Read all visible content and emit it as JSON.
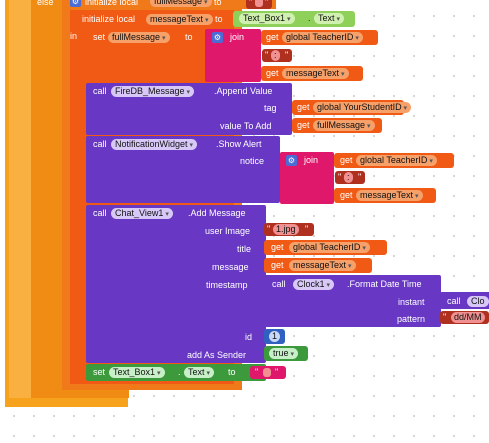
{
  "colors": {
    "outer_orange": "#f7a21c",
    "else_orange": "#f08c14",
    "local_orange": "#f05a14",
    "pink": "#e0186c",
    "purple": "#6838c4",
    "green": "#3c9a3c",
    "blue": "#5a7ad0",
    "text_red": "#b03020",
    "num_blue": "#4a6cd4",
    "bool_green": "#3c9a3c"
  },
  "else_label": "else",
  "init1": {
    "keyword": "initialize local",
    "name": "fullMessage",
    "to": "to"
  },
  "init2": {
    "keyword": "initialize local",
    "name": "messageText",
    "to": "to",
    "component": "Text_Box1",
    "property": "Text"
  },
  "in_label": "in",
  "set_full": {
    "set": "set",
    "variable": "fullMessage",
    "to": "to",
    "join": "join",
    "get1": "get",
    "var1": "global TeacherID",
    "sep": ":",
    "get2": "get",
    "var2": "messageText"
  },
  "append": {
    "call": "call",
    "component": "FireDB_Message",
    "method": ".Append Value",
    "tag_label": "tag",
    "tag_get": "get",
    "tag_var": "global YourStudentID",
    "value_label": "value To Add",
    "value_get": "get",
    "value_var": "fullMessage"
  },
  "alert": {
    "call": "call",
    "component": "NotificationWidget",
    "method": ".Show Alert",
    "notice_label": "notice",
    "join": "join",
    "get1": "get",
    "var1": "global TeacherID",
    "sep": ":",
    "get2": "get",
    "var2": "messageText"
  },
  "chat": {
    "call": "call",
    "component": "Chat_View1",
    "method": ".Add Message",
    "user_image_label": "user Image",
    "user_image_value": "1.jpg",
    "title_label": "title",
    "title_get": "get",
    "title_var": "global TeacherID",
    "message_label": "message",
    "message_get": "get",
    "message_var": "messageText",
    "timestamp_label": "timestamp",
    "clock_call": "call",
    "clock_component": "Clock1",
    "clock_method": ".Format Date Time",
    "instant_label": "instant",
    "instant_call": "call",
    "instant_component": "Clo",
    "pattern_label": "pattern",
    "pattern_value": "dd/MM",
    "id_label": "id",
    "id_value": "1",
    "sender_label": "add As Sender",
    "sender_value": "true"
  },
  "set_text": {
    "set": "set",
    "component": "Text_Box1",
    "property": "Text",
    "to": "to"
  }
}
